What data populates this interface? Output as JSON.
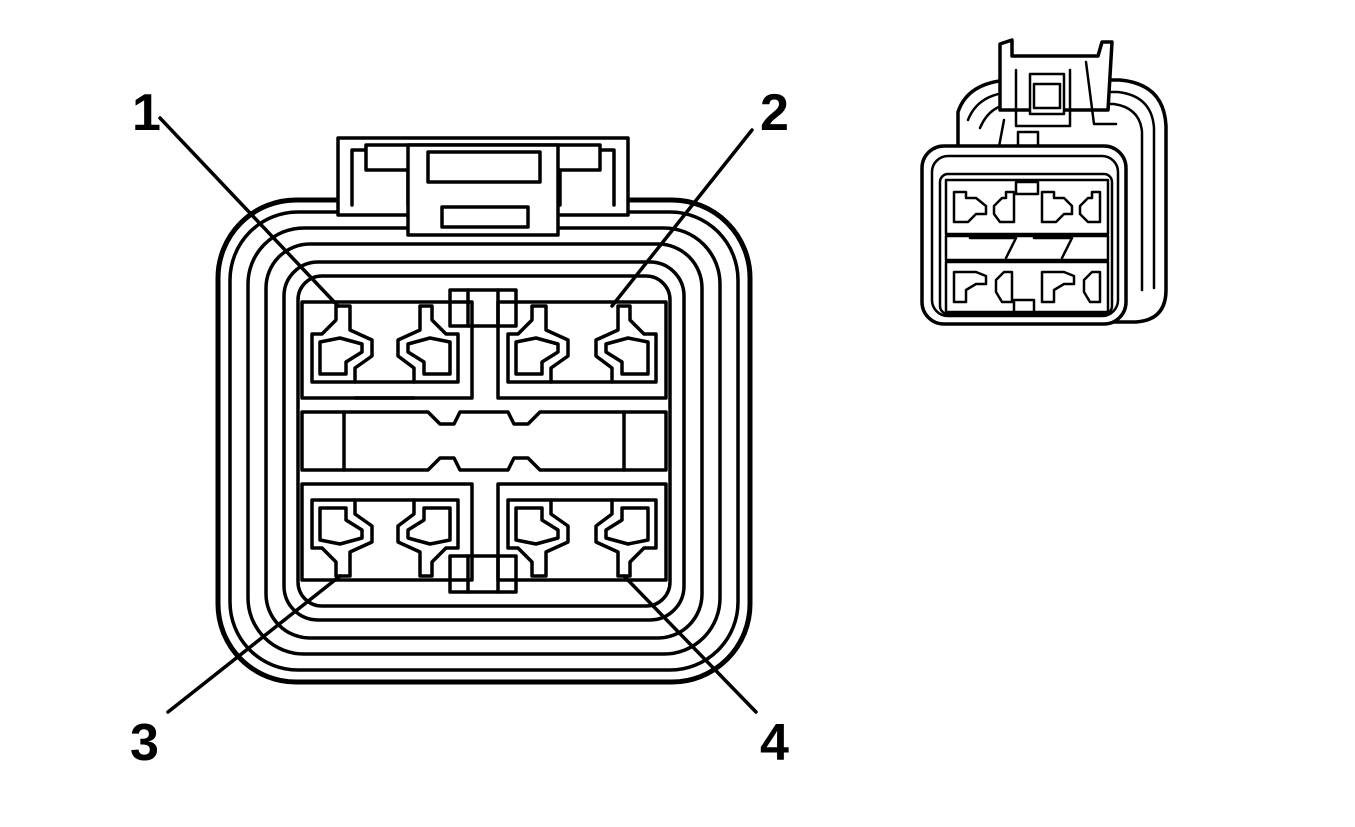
{
  "diagram": {
    "type": "connector-pinout",
    "pins": [
      {
        "id": "pin-1",
        "label": "1"
      },
      {
        "id": "pin-2",
        "label": "2"
      },
      {
        "id": "pin-3",
        "label": "3"
      },
      {
        "id": "pin-4",
        "label": "4"
      }
    ],
    "colors": {
      "line": "#000000",
      "background": "#ffffff"
    }
  }
}
